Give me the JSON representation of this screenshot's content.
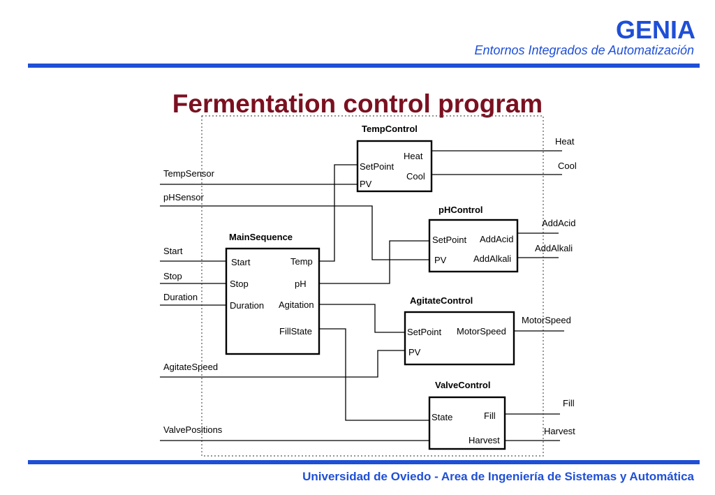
{
  "header": {
    "brand": "GENIA",
    "subtitle": "Entornos Integrados de Automatización"
  },
  "title": "Fermentation control program",
  "footer": "Universidad de Oviedo - Area de Ingeniería de Sistemas y Automática",
  "colors": {
    "accent": "#1f4fd6",
    "title": "#7a1020"
  },
  "diagram": {
    "inputs": {
      "temp_sensor": "TempSensor",
      "ph_sensor": "pHSensor",
      "start": "Start",
      "stop": "Stop",
      "duration": "Duration",
      "agitate_speed": "AgitateSpeed",
      "valve_positions": "ValvePositions"
    },
    "outputs": {
      "heat": "Heat",
      "cool": "Cool",
      "add_acid": "AddAcid",
      "add_alkali": "AddAlkali",
      "motor_speed": "MotorSpeed",
      "fill": "Fill",
      "harvest": "Harvest"
    },
    "blocks": {
      "temp_control": {
        "name": "TempControl",
        "setpoint": "SetPoint",
        "pv": "PV",
        "heat": "Heat",
        "cool": "Cool"
      },
      "ph_control": {
        "name": "pHControl",
        "setpoint": "SetPoint",
        "pv": "PV",
        "add_acid": "AddAcid",
        "add_alkali": "AddAlkali"
      },
      "main_sequence": {
        "name": "MainSequence",
        "start": "Start",
        "stop": "Stop",
        "duration": "Duration",
        "temp": "Temp",
        "ph": "pH",
        "agitation": "Agitation",
        "fill_state": "FillState"
      },
      "agitate_control": {
        "name": "AgitateControl",
        "setpoint": "SetPoint",
        "pv": "PV",
        "motor_speed": "MotorSpeed"
      },
      "valve_control": {
        "name": "ValveControl",
        "state": "State",
        "fill": "Fill",
        "harvest": "Harvest"
      }
    }
  }
}
